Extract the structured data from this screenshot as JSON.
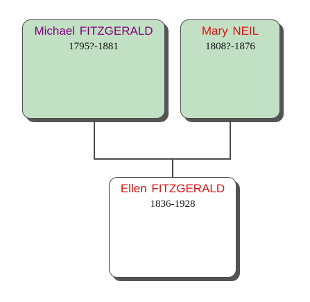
{
  "people": {
    "father": {
      "name": "Michael  FITZGERALD",
      "dates": "1795?-1881",
      "name_color": "#800080"
    },
    "mother": {
      "name": "Mary NEIL",
      "dates": "1808?-1876",
      "name_color": "#e01010"
    },
    "child": {
      "name": "Ellen  FITZGERALD",
      "dates": "1836-1928",
      "name_color": "#e01010"
    }
  },
  "colors": {
    "parent_fill": "#c2e0c4",
    "child_fill": "#ffffff",
    "connector": "#4a4a4a"
  }
}
